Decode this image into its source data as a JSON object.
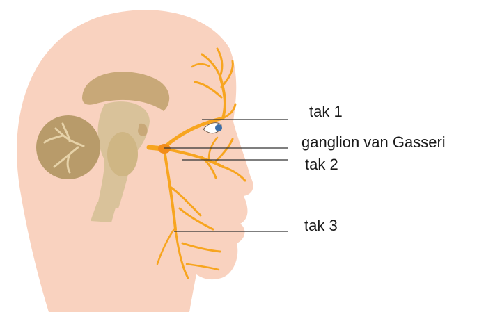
{
  "labels": {
    "tak1": "tak 1",
    "ganglion": "ganglion van Gasseri",
    "tak2": "tak 2",
    "tak3": "tak 3"
  },
  "colors": {
    "skin": "#f9d2bf",
    "brain": "#d9c29a",
    "brain_dark": "#b89b6a",
    "cerebellum": "#c8a878",
    "nerve": "#f7a51f",
    "ganglion": "#f28c1a",
    "leader": "#333333",
    "eye_iris": "#3d6fa8"
  }
}
